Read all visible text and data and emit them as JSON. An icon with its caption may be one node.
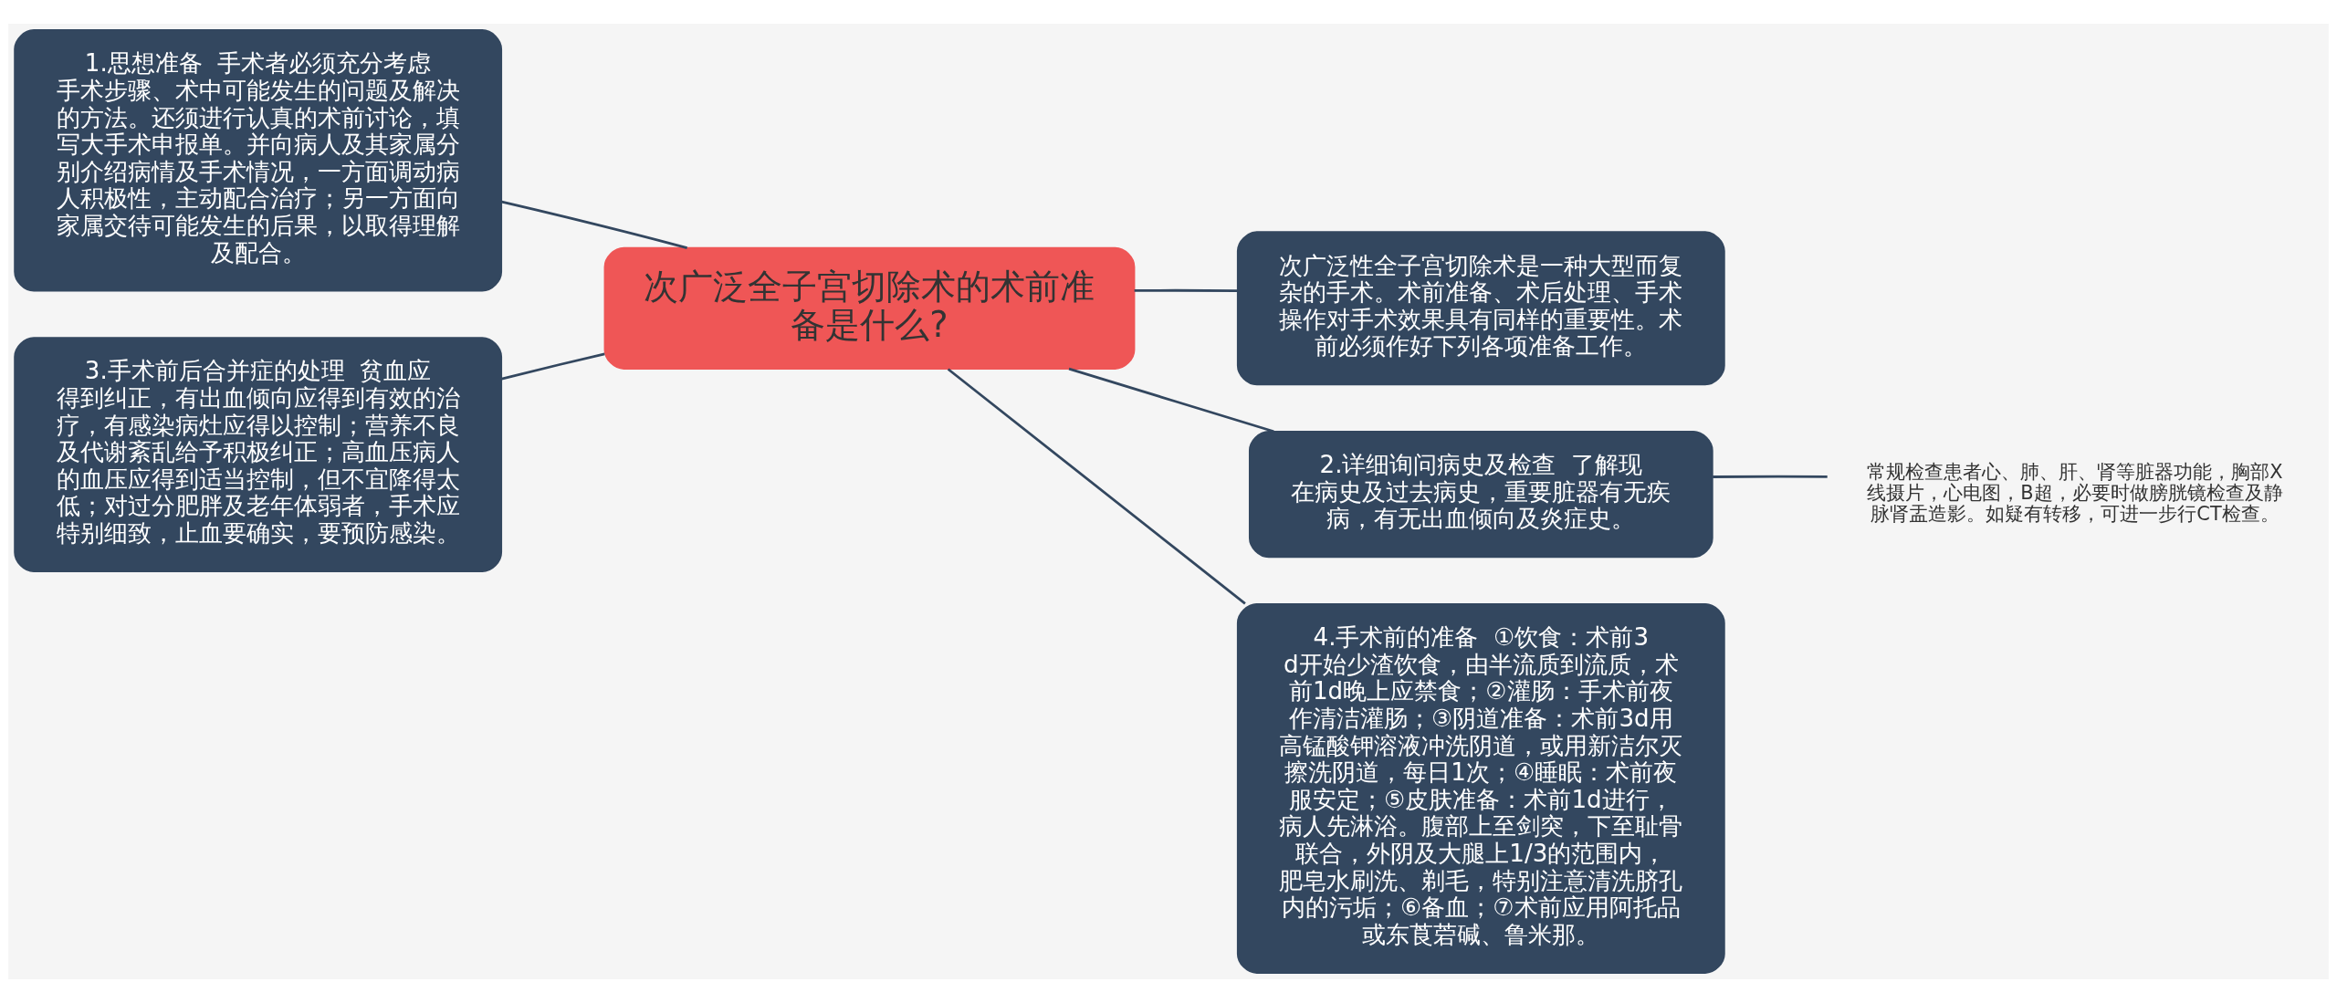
{
  "diagram": {
    "nodes": [
      {
        "text": [
          "次广泛全子宫切除术的术前准备是什么?"
        ]
      },
      {
        "text": [
          "次广泛性全子宫切除术是一种大型而复杂的手术。术前准备、术后处理、手术操作对手术效果具有同样的重要性。术前必须作好下列各项准备工作。"
        ]
      },
      {
        "text": [
          "1.思想准备  手术者必须充分考虑手术步骤、术中可能发生的问题及解决的方法。还须进行认真的术前讨论，填写大手术申报单。并向病人及其家属分别介绍病情及手术情况，一方面调动病人积极性，主动配合治疗；另一方面向家属交待可能发生的后果，以取得理解及配合。"
        ]
      },
      {
        "text": [
          "2.详细询问病史及检查  了解现在病史及过去病史，重要脏器有无疾病，有无出血倾向及炎症史。"
        ]
      },
      {
        "text": [
          "常规检查患者心、肺、肝、肾等脏器功能，胸部X线摄片，心电图，B超，必要时做膀胱镜检查及静脉肾盂造影。如疑有转移，可进一步行CT检查。"
        ]
      },
      {
        "text": [
          "3.手术前后合并症的处理  贫血应得到纠正，有出血倾向应得到有效的治疗，有感染病灶应得以控制；营养不良及代谢紊乱给予积极纠正；高血压病人的血压应得到适当控制，但不宜降得太低；对过分肥胖及老年体弱者，手术应特别细致，止血要确实，要预防感染。"
        ]
      },
      {
        "text": [
          "4.手术前的准备  ①饮食：术前3d开始少渣饮食，由半流质到流质，术前1d晚上应禁食；②灌肠：手术前夜作清洁灌肠；③阴道准备：术前3d用高锰酸钾溶液冲洗阴道，或用新洁尔灭擦洗阴道，每日1次；④睡眠：术前夜服安定；⑤皮肤准备：术前1d进行，病人先淋浴。腹部上至剑突，下至耻骨联合，外阴及大腿上1/3的范围内，肥皂水刷洗、剃毛，特别注意清洗脐孔内的污垢；⑥备血；⑦术前应用阿托品或东莨菪碱、鲁米那。"
        ]
      }
    ],
    "edges": [
      {
        "from": 0,
        "to": 1,
        "arrow": "none"
      },
      {
        "from": 0,
        "to": 2,
        "arrow": "none"
      },
      {
        "from": 0,
        "to": 3,
        "arrow": "none"
      },
      {
        "from": 3,
        "to": 4,
        "arrow": "none"
      },
      {
        "from": 0,
        "to": 5,
        "arrow": "none"
      },
      {
        "from": 0,
        "to": 6,
        "arrow": "none"
      }
    ]
  }
}
